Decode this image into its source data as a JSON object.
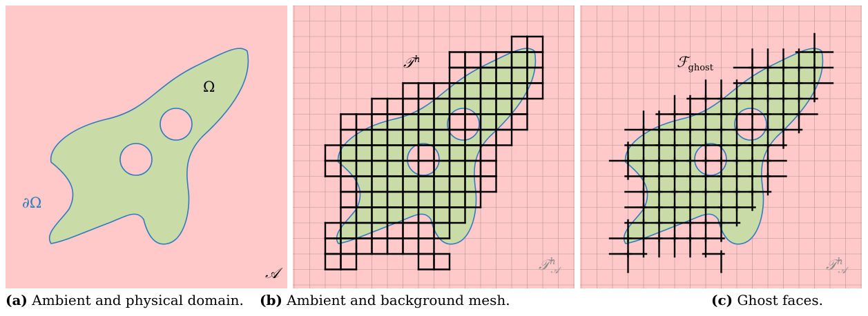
{
  "panels": {
    "a": {
      "omega": "Ω",
      "boundary": "∂Ω",
      "ambient": "𝒜",
      "caption_tag": "(a)",
      "caption_text": "Ambient and physical domain."
    },
    "b": {
      "mesh_label_main": "𝒯",
      "mesh_label_sup": "h",
      "ambient_mesh_main": "𝒯",
      "ambient_mesh_sup": "h",
      "ambient_mesh_sub": "𝒜",
      "caption_tag": "(b)",
      "caption_text": "Ambient and background mesh."
    },
    "c": {
      "ghost_label_main": "ℱ",
      "ghost_label_sub": "ghost",
      "ambient_mesh_main": "𝒯",
      "ambient_mesh_sup": "h",
      "ambient_mesh_sub": "𝒜",
      "caption_tag": "(c)",
      "caption_text": "Ghost faces."
    }
  },
  "colors": {
    "ambient_fill": "#ffc9c9",
    "domain_fill": "#c9dca8",
    "boundary_stroke": "#2f79be",
    "grid": "#a88",
    "mesh": "#000000"
  }
}
